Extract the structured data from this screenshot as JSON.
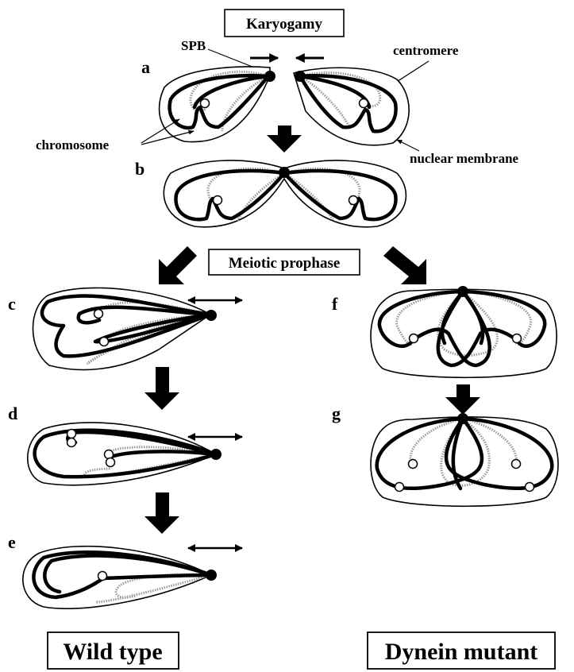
{
  "titles": {
    "karyogamy": "Karyogamy",
    "meiotic_prophase": "Meiotic prophase",
    "wild_type": "Wild type",
    "dynein_mutant": "Dynein mutant"
  },
  "callouts": {
    "spb": "SPB",
    "centromere": "centromere",
    "chromosome": "chromosome",
    "nuclear_membrane": "nuclear membrane"
  },
  "panels": {
    "a": "a",
    "b": "b",
    "c": "c",
    "d": "d",
    "e": "e",
    "f": "f",
    "g": "g"
  }
}
